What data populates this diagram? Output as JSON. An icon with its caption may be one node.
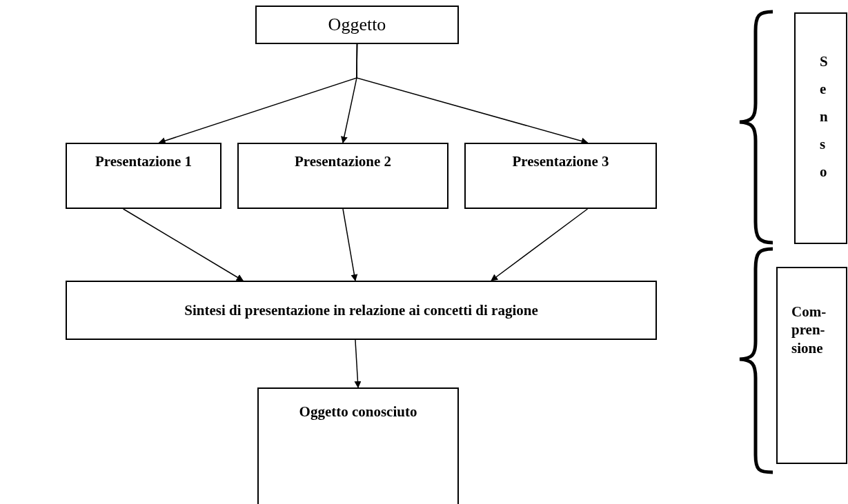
{
  "diagram": {
    "nodes": [
      {
        "text": [
          "Oggetto"
        ]
      },
      {
        "text": [
          "Presentazione 1"
        ]
      },
      {
        "text": [
          "Presentazione 2"
        ]
      },
      {
        "text": [
          "Presentazione 3"
        ]
      },
      {
        "text": [
          "Sintesi di presentazione in relazione ai concetti di ragione"
        ]
      },
      {
        "text": [
          "Oggetto conosciuto"
        ]
      },
      {
        "text": [
          "Senso"
        ]
      },
      {
        "text": [
          "Com- pren- sione"
        ]
      }
    ],
    "edges": [
      {
        "from": 0,
        "to": 1,
        "arrow": "to"
      },
      {
        "from": 0,
        "to": 2,
        "arrow": "to"
      },
      {
        "from": 0,
        "to": 3,
        "arrow": "to"
      },
      {
        "from": 1,
        "to": 4,
        "arrow": "to"
      },
      {
        "from": 2,
        "to": 4,
        "arrow": "to"
      },
      {
        "from": 3,
        "to": 4,
        "arrow": "to"
      },
      {
        "from": 4,
        "to": 5,
        "arrow": "to"
      }
    ]
  }
}
